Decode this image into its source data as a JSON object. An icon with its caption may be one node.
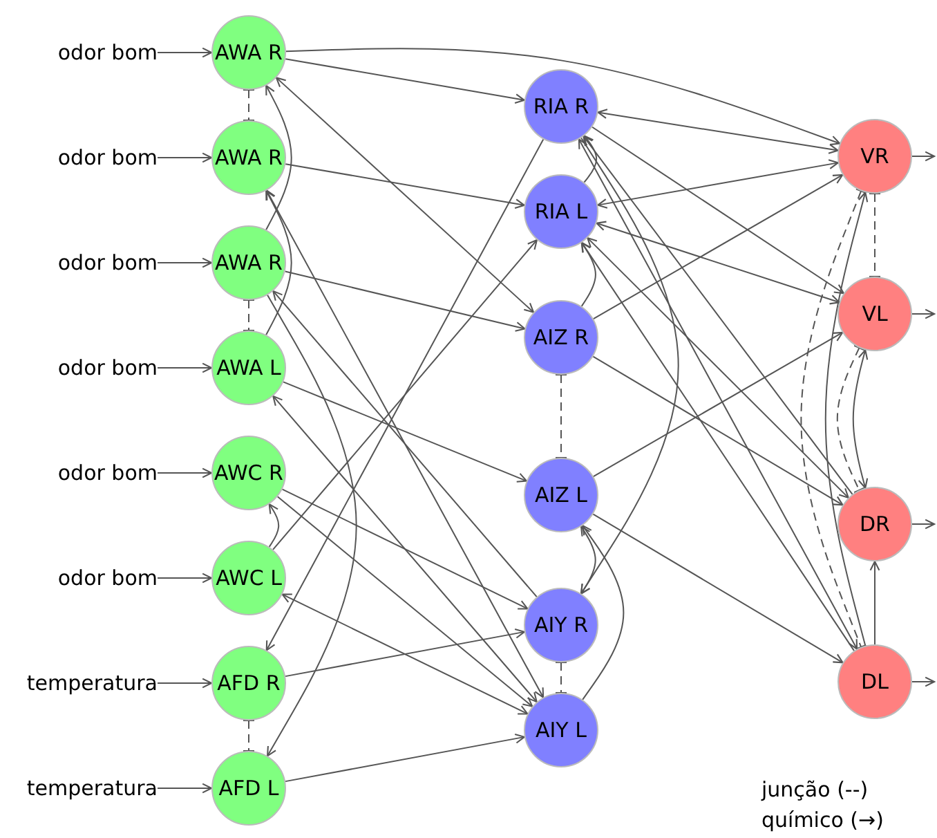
{
  "diagram": {
    "nodes": [
      {
        "text": [
          "odor bom"
        ]
      },
      {
        "text": [
          "odor bom"
        ]
      },
      {
        "text": [
          "odor bom"
        ]
      },
      {
        "text": [
          "odor bom"
        ]
      },
      {
        "text": [
          "odor bom"
        ]
      },
      {
        "text": [
          "odor bom"
        ]
      },
      {
        "text": [
          "temperatura"
        ]
      },
      {
        "text": [
          "temperatura"
        ]
      },
      {
        "text": [
          "AWA R"
        ]
      },
      {
        "text": [
          "AWA R"
        ]
      },
      {
        "text": [
          "AWA R"
        ]
      },
      {
        "text": [
          "AWA L"
        ]
      },
      {
        "text": [
          "AWC R"
        ]
      },
      {
        "text": [
          "AWC L"
        ]
      },
      {
        "text": [
          "AFD R"
        ]
      },
      {
        "text": [
          "AFD L"
        ]
      },
      {
        "text": [
          "RIA R"
        ]
      },
      {
        "text": [
          "RIA L"
        ]
      },
      {
        "text": [
          "AIZ R"
        ]
      },
      {
        "text": [
          "AIZ L"
        ]
      },
      {
        "text": [
          "AIY R"
        ]
      },
      {
        "text": [
          "AIY L"
        ]
      },
      {
        "text": [
          "VR"
        ]
      },
      {
        "text": [
          "VL"
        ]
      },
      {
        "text": [
          "DR"
        ]
      },
      {
        "text": [
          "DL"
        ]
      }
    ],
    "edges": [
      {
        "from": 0,
        "to": 8,
        "arrow": "to"
      },
      {
        "from": 1,
        "to": 9,
        "arrow": "to"
      },
      {
        "from": 2,
        "to": 10,
        "arrow": "to"
      },
      {
        "from": 3,
        "to": 11,
        "arrow": "to"
      },
      {
        "from": 4,
        "to": 12,
        "arrow": "to"
      },
      {
        "from": 5,
        "to": 13,
        "arrow": "to"
      },
      {
        "from": 6,
        "to": 14,
        "arrow": "to"
      },
      {
        "from": 7,
        "to": 15,
        "arrow": "to"
      },
      {
        "from": 8,
        "to": 9,
        "arrow": "other",
        "style": "dashed"
      },
      {
        "from": 10,
        "to": 11,
        "arrow": "other",
        "style": "dashed"
      },
      {
        "from": 14,
        "to": 15,
        "arrow": "other",
        "style": "dashed"
      },
      {
        "from": 18,
        "to": 19,
        "arrow": "other",
        "style": "dashed"
      },
      {
        "from": 20,
        "to": 21,
        "arrow": "other",
        "style": "dashed"
      },
      {
        "from": 22,
        "to": 23,
        "arrow": "other",
        "style": "dashed"
      },
      {
        "from": 8,
        "to": 22,
        "arrow": "to"
      },
      {
        "from": 8,
        "to": 16,
        "arrow": "to"
      },
      {
        "from": 9,
        "to": 17,
        "arrow": "to"
      },
      {
        "from": 10,
        "to": 18,
        "arrow": "to"
      },
      {
        "from": 18,
        "to": 8,
        "arrow": "both"
      },
      {
        "from": 21,
        "to": 9,
        "arrow": "both"
      },
      {
        "from": 10,
        "to": 8,
        "arrow": "to"
      },
      {
        "from": 11,
        "to": 9,
        "arrow": "to"
      },
      {
        "from": 10,
        "to": 15,
        "arrow": "to"
      },
      {
        "from": 13,
        "to": 17,
        "arrow": "to"
      },
      {
        "from": 16,
        "to": 14,
        "arrow": "to"
      },
      {
        "from": 11,
        "to": 19,
        "arrow": "to"
      },
      {
        "from": 11,
        "to": 21,
        "arrow": "both"
      },
      {
        "from": 12,
        "to": 20,
        "arrow": "to"
      },
      {
        "from": 12,
        "to": 21,
        "arrow": "to"
      },
      {
        "from": 13,
        "to": 21,
        "arrow": "both"
      },
      {
        "from": 20,
        "to": 10,
        "arrow": "to"
      },
      {
        "from": 14,
        "to": 20,
        "arrow": "to"
      },
      {
        "from": 15,
        "to": 21,
        "arrow": "to"
      },
      {
        "from": 13,
        "to": 12,
        "arrow": "to"
      },
      {
        "from": 16,
        "to": 22,
        "arrow": "both"
      },
      {
        "from": 17,
        "to": 22,
        "arrow": "both"
      },
      {
        "from": 17,
        "to": 23,
        "arrow": "both"
      },
      {
        "from": 16,
        "to": 23,
        "arrow": "to"
      },
      {
        "from": 18,
        "to": 22,
        "arrow": "to"
      },
      {
        "from": 18,
        "to": 17,
        "arrow": "to"
      },
      {
        "from": 17,
        "to": 16,
        "arrow": "to"
      },
      {
        "from": 19,
        "to": 23,
        "arrow": "to"
      },
      {
        "from": 18,
        "to": 24,
        "arrow": "to"
      },
      {
        "from": 19,
        "to": 25,
        "arrow": "to"
      },
      {
        "from": 20,
        "to": 19,
        "arrow": "both"
      },
      {
        "from": 21,
        "to": 19,
        "arrow": "to"
      },
      {
        "from": 24,
        "to": 16,
        "arrow": "to"
      },
      {
        "from": 25,
        "to": 16,
        "arrow": "both"
      },
      {
        "from": 24,
        "to": 17,
        "arrow": "both"
      },
      {
        "from": 25,
        "to": 17,
        "arrow": "to"
      },
      {
        "from": 25,
        "to": 22,
        "arrow": "to"
      },
      {
        "from": 16,
        "to": 20,
        "arrow": "to"
      },
      {
        "from": 22,
        "to": 25,
        "arrow": "other",
        "style": "dashed"
      },
      {
        "from": 23,
        "to": 24,
        "arrow": "other",
        "style": "dashed"
      },
      {
        "from": 24,
        "to": 23,
        "arrow": "both"
      },
      {
        "from": 25,
        "to": 24,
        "arrow": "to"
      },
      {
        "from": 22,
        "to": null,
        "arrow": "to"
      },
      {
        "from": 23,
        "to": null,
        "arrow": "to"
      },
      {
        "from": 24,
        "to": null,
        "arrow": "to"
      },
      {
        "from": 25,
        "to": null,
        "arrow": "to"
      }
    ],
    "labels": [
      "junção (--)",
      "químico (→)"
    ]
  }
}
